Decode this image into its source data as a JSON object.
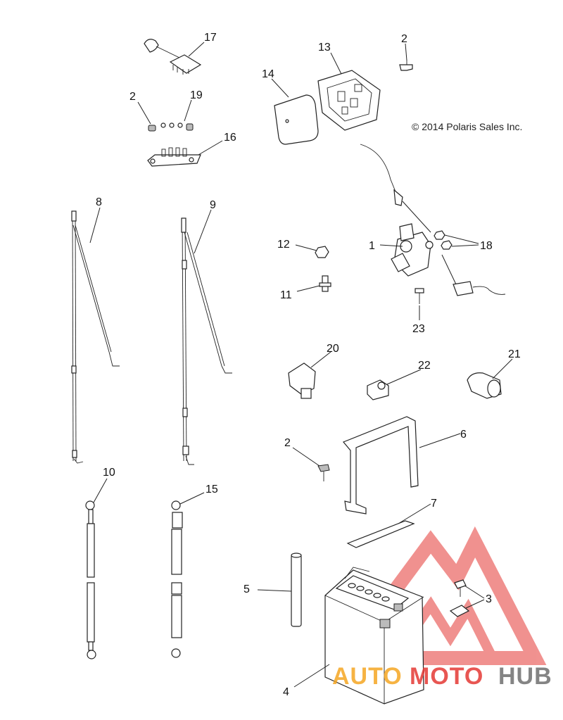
{
  "copyright": "© 2014 Polaris Sales Inc.",
  "watermark": {
    "part1": "AUTO",
    "part2": "MOTO",
    "part3": "HUB",
    "colors": {
      "orange": "#f5a623",
      "red": "#e53935",
      "gray": "#777777"
    }
  },
  "callouts": {
    "c1": "1",
    "c2a": "2",
    "c2b": "2",
    "c2c": "2",
    "c3": "3",
    "c4": "4",
    "c5": "5",
    "c6": "6",
    "c7": "7",
    "c8": "8",
    "c9": "9",
    "c10": "10",
    "c11": "11",
    "c12": "12",
    "c13": "13",
    "c14": "14",
    "c15": "15",
    "c16": "16",
    "c17": "17",
    "c18": "18",
    "c19": "19",
    "c20": "20",
    "c21": "21",
    "c22": "22",
    "c23": "23"
  }
}
